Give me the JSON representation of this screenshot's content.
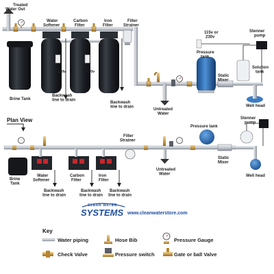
{
  "top": {
    "treated_water_out": [
      "Treated",
      "Water Out"
    ],
    "water_softener": [
      "Water",
      "Softener"
    ],
    "carbon_filter": [
      "Carbon",
      "Filter"
    ],
    "iron_filter": [
      "Iron",
      "Filter"
    ],
    "filter_strainer": [
      "Filter",
      "Strainer"
    ],
    "volt_softener": "120v",
    "volt_iron": "120v",
    "brine_tank": "Brine Tank",
    "backwash_softener": [
      "Backwash",
      "line to drain"
    ],
    "backwash_iron": [
      "Backwash",
      "line to drain"
    ],
    "untreated_water": [
      "Untreated",
      "Water"
    ],
    "pump_voltage": [
      "115v or",
      "230v"
    ],
    "pressure_tank": [
      "Pressure",
      "tank"
    ],
    "static_mixer": [
      "Static",
      "Mixer"
    ],
    "stenner_pump": [
      "Stenner",
      "pump"
    ],
    "solution_tank": [
      "Solution",
      "tank"
    ],
    "well_head": "Well head"
  },
  "plan": {
    "title": "Plan View",
    "filter_strainer": [
      "Filter",
      "Strainer"
    ],
    "pressure_tank": "Pressure tank",
    "stenner_pump": [
      "Stenner",
      "pump"
    ],
    "brine_tank": [
      "Brine",
      "Tank"
    ],
    "water_softener": [
      "Water",
      "Softener"
    ],
    "carbon_filter": [
      "Carbon",
      "Filter"
    ],
    "iron_filter": [
      "Iron",
      "Filter"
    ],
    "untreated_water": [
      "Untreated",
      "Water"
    ],
    "static_mixer": [
      "Static",
      "Mixer"
    ],
    "well_head": "Well head",
    "backwash_softener": [
      "Backwash",
      "line to drain"
    ],
    "backwash_carbon": [
      "Backwash",
      "line to drain"
    ],
    "backwash_iron": [
      "Backwash",
      "line to drain"
    ]
  },
  "brand": {
    "line1": "CLEAN WATER",
    "line2": "SYSTEMS",
    "url": "www.cleanwaterstore.com"
  },
  "key": {
    "title": "Key",
    "water_piping": "Water piping",
    "hose_bib": "Hose Bib",
    "pressure_gauge": "Pressure Gauge",
    "check_valve": "Check Valve",
    "pressure_switch": "Pressure switch",
    "gate_ball_valve": "Gate or ball Valve"
  },
  "colors": {
    "pipe": "#c9ced6",
    "pipe_edge": "#8b9099",
    "copper": "#c79a4a",
    "tank_dark": "#1c1f24",
    "pressure_tank_blue": "#2f6fb6",
    "valve_red": "#c8262b",
    "brand_blue": "#1f4fa0"
  }
}
